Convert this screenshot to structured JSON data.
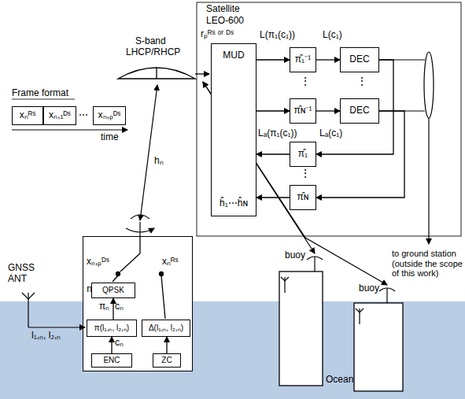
{
  "diagram": {
    "nodes": [
      {
        "text": [
          "MUD",
          "ĥ₁⋯ĥɴ"
        ]
      },
      {
        "text": [
          "π̂₁⁻¹"
        ]
      },
      {
        "text": [
          "DEC"
        ]
      },
      {
        "text": [
          "π̂ɴ⁻¹"
        ]
      },
      {
        "text": [
          "DEC"
        ]
      },
      {
        "text": [
          "π̂₁"
        ]
      },
      {
        "text": [
          "π̂ɴ"
        ]
      },
      {
        "text": [
          "xₙᴿˢ"
        ]
      },
      {
        "text": [
          "xₙ,₁ᴰˢ"
        ]
      },
      {
        "text": [
          "xₙ,ₚᴰˢ"
        ]
      },
      {
        "text": [
          "n th buoy"
        ]
      },
      {
        "text": [
          "QPSK"
        ],
        "in": 10
      },
      {
        "text": [
          "π(l₁,ₙ, l₂,ₙ)"
        ],
        "in": 10
      },
      {
        "text": [
          "ENC"
        ],
        "in": 10
      },
      {
        "text": [
          "Δ(l₁,ₙ, l₂,ₙ)"
        ],
        "in": 10
      },
      {
        "text": [
          "ZC"
        ],
        "in": 10
      }
    ],
    "edges": [
      {
        "from": 0,
        "to": 1,
        "arrow": "to"
      },
      {
        "from": 0,
        "to": 3,
        "arrow": "to"
      },
      {
        "from": 1,
        "to": 2,
        "arrow": "to"
      },
      {
        "from": 3,
        "to": 4,
        "arrow": "to"
      },
      {
        "from": 2,
        "to": 5,
        "arrow": "to"
      },
      {
        "from": 4,
        "to": 6,
        "arrow": "to"
      },
      {
        "from": 5,
        "to": 0,
        "arrow": "to"
      },
      {
        "from": 6,
        "to": 0,
        "arrow": "to"
      },
      {
        "from": 13,
        "to": 12,
        "arrow": "to"
      },
      {
        "from": 12,
        "to": 11,
        "arrow": "to"
      },
      {
        "from": 15,
        "to": 14,
        "arrow": "to"
      }
    ],
    "labels": [
      "Satellite",
      "LEO-600",
      "S-band",
      "LHCP/RHCP",
      "rₚᴿˢ ᵒʳ ᴰˢ",
      "L(π₁(c₁))",
      "L(c₁)",
      "Lₐ(π₁(c₁))",
      "Lₐ(c₁)",
      "⋮",
      "⋮",
      "⋮",
      "to ground station (outside the scope of this work)",
      "Frame format",
      "⋯",
      "time",
      "hₙ",
      "xₙ,ₚᴰˢ",
      "xₙᴿˢ",
      "πₙ",
      "cₙ",
      "cₙ",
      "GNSS ANT",
      "l₁,ₙ, l₂,ₙ",
      "buoy",
      "buoy",
      "Ocean"
    ]
  }
}
